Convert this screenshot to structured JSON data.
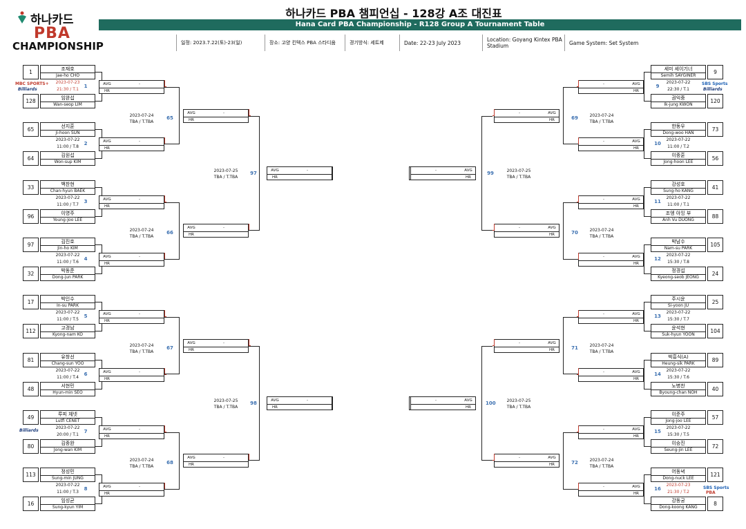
{
  "header": {
    "logo": {
      "line1": "하나카드",
      "line2": "PBA",
      "line3": "CHAMPIONSHIP"
    },
    "title_ko": "하나카드 PBA 챔피언십 - 128강 A조 대진표",
    "title_en": "Hana Card PBA Championship - R128 Group A Tournament Table",
    "info": [
      "일정: 2023.7.22(토)-23(일)",
      "장소: 고양 킨텍스 PBA 스타디움",
      "경기방식: 세트제",
      "Date: 22-23 July 2023",
      "Location: Goyang Kintex PBA Stadium",
      "Game System: Set System"
    ]
  },
  "labels": {
    "avg": "AVG",
    "hr": "HR",
    "dash": "-"
  },
  "left": [
    {
      "match": "1",
      "info1": "2023-07-23",
      "info2": "21:30 / T.1",
      "red": true,
      "a": {
        "seed": "1",
        "ko": "조재호",
        "en": "Jae-ho CHO"
      },
      "b": {
        "seed": "128",
        "ko": "임완섭",
        "en": "Wan-seop LIM"
      }
    },
    {
      "match": "2",
      "info1": "2023-07-22",
      "info2": "11:00 / T.8",
      "red": false,
      "a": {
        "seed": "65",
        "ko": "선지훈",
        "en": "Ji-hoon SUN"
      },
      "b": {
        "seed": "64",
        "ko": "김원섭",
        "en": "Won-sup KIM"
      }
    },
    {
      "match": "3",
      "info1": "2023-07-22",
      "info2": "11:00 / T.7",
      "red": false,
      "a": {
        "seed": "33",
        "ko": "백찬현",
        "en": "Chan-hyun BAEK"
      },
      "b": {
        "seed": "96",
        "ko": "이영주",
        "en": "Young-Joo LEE"
      }
    },
    {
      "match": "4",
      "info1": "2023-07-22",
      "info2": "11:00 / T.6",
      "red": false,
      "a": {
        "seed": "97",
        "ko": "김진호",
        "en": "Jin-ho KIM"
      },
      "b": {
        "seed": "32",
        "ko": "박동준",
        "en": "Dong-jun PARK"
      }
    },
    {
      "match": "5",
      "info1": "2023-07-22",
      "info2": "11:00 / T.5",
      "red": false,
      "a": {
        "seed": "17",
        "ko": "박인수",
        "en": "In-su PARK"
      },
      "b": {
        "seed": "112",
        "ko": "고경남",
        "en": "Kyong-nam KO"
      }
    },
    {
      "match": "6",
      "info1": "2023-07-22",
      "info2": "11:00 / T.4",
      "red": false,
      "a": {
        "seed": "81",
        "ko": "유창선",
        "en": "Chang-sun YOO"
      },
      "b": {
        "seed": "48",
        "ko": "서현민",
        "en": "Hyun-min SEO"
      }
    },
    {
      "match": "7",
      "info1": "2023-07-22",
      "info2": "20:00 / T.1",
      "red": false,
      "a": {
        "seed": "49",
        "ko": "루피 체넷",
        "en": "Lutfi CENET"
      },
      "b": {
        "seed": "80",
        "ko": "김종완",
        "en": "Jong-wan KIM"
      }
    },
    {
      "match": "8",
      "info1": "2023-07-22",
      "info2": "11:00 / T.3",
      "red": false,
      "a": {
        "seed": "113",
        "ko": "정성민",
        "en": "Sung-min JUNG"
      },
      "b": {
        "seed": "16",
        "ko": "임성균",
        "en": "Sung-kyun YIM"
      }
    }
  ],
  "right": [
    {
      "match": "9",
      "info1": "2023-07-22",
      "info2": "22:30 / T.1",
      "red": false,
      "a": {
        "seed": "9",
        "ko": "세미 세이기너",
        "en": "Semih SAYGINER"
      },
      "b": {
        "seed": "120",
        "ko": "권익중",
        "en": "Ik-jung KWON"
      }
    },
    {
      "match": "10",
      "info1": "2023-07-22",
      "info2": "11:00 / T.2",
      "red": false,
      "a": {
        "seed": "73",
        "ko": "한동우",
        "en": "Dong-woo HAN"
      },
      "b": {
        "seed": "56",
        "ko": "이종훈",
        "en": "Jong-hoon LEE"
      }
    },
    {
      "match": "11",
      "info1": "2023-07-22",
      "info2": "11:00 / T.1",
      "red": false,
      "a": {
        "seed": "41",
        "ko": "강성호",
        "en": "Sung-ho KANG"
      },
      "b": {
        "seed": "88",
        "ko": "조엥 아잉 부",
        "en": "Anh Vu DUONG"
      }
    },
    {
      "match": "12",
      "info1": "2023-07-22",
      "info2": "15:30 / T.8",
      "red": false,
      "a": {
        "seed": "105",
        "ko": "박남수",
        "en": "Nam-su PARK"
      },
      "b": {
        "seed": "24",
        "ko": "정경섭",
        "en": "Kyeong-seob JEONG"
      }
    },
    {
      "match": "13",
      "info1": "2023-07-22",
      "info2": "15:30 / T.7",
      "red": false,
      "a": {
        "seed": "25",
        "ko": "주시윤",
        "en": "Si-yoon JU"
      },
      "b": {
        "seed": "104",
        "ko": "윤석현",
        "en": "Suk-hyun YOON"
      }
    },
    {
      "match": "14",
      "info1": "2023-07-22",
      "info2": "15:30 / T.6",
      "red": false,
      "a": {
        "seed": "89",
        "ko": "박흥식(A)",
        "en": "Heung-sik PARK"
      },
      "b": {
        "seed": "40",
        "ko": "노병찬",
        "en": "Byoung-chan NOH"
      }
    },
    {
      "match": "15",
      "info1": "2023-07-22",
      "info2": "15:30 / T.5",
      "red": false,
      "a": {
        "seed": "57",
        "ko": "이준주",
        "en": "Jong-joo LEE"
      },
      "b": {
        "seed": "72",
        "ko": "이승진",
        "en": "Seung-jin LEE"
      }
    },
    {
      "match": "16",
      "info1": "2023-07-23",
      "info2": "21:30 / T.2",
      "red": true,
      "a": {
        "seed": "121",
        "ko": "어동녁",
        "en": "Dong-nuck LEE"
      },
      "b": {
        "seed": "8",
        "ko": "강동궁",
        "en": "Dong-koong KANG"
      }
    }
  ],
  "r2_left": [
    {
      "match": "65",
      "info1": "2023-07-24",
      "info2": "TBA / T.TBA"
    },
    {
      "match": "66",
      "info1": "2023-07-24",
      "info2": "TBA / T.TBA"
    },
    {
      "match": "67",
      "info1": "2023-07-24",
      "info2": "TBA / T.TBA"
    },
    {
      "match": "68",
      "info1": "2023-07-24",
      "info2": "TBA / T.TBA"
    }
  ],
  "r2_right": [
    {
      "match": "69",
      "info1": "2023-07-24",
      "info2": "TBA / T.TBA"
    },
    {
      "match": "70",
      "info1": "2023-07-24",
      "info2": "TBA / T.TBA"
    },
    {
      "match": "71",
      "info1": "2023-07-24",
      "info2": "TBA / T.TBA"
    },
    {
      "match": "72",
      "info1": "2023-07-24",
      "info2": "TBA / T.TBA"
    }
  ],
  "r3_left": [
    {
      "match": "97",
      "info1": "2023-07-25",
      "info2": "TBA / T.TBA"
    },
    {
      "match": "98",
      "info1": "2023-07-25",
      "info2": "TBA / T.TBA"
    }
  ],
  "r3_right": [
    {
      "match": "99",
      "info1": "2023-07-25",
      "info2": "TBA / T.TBA"
    },
    {
      "match": "100",
      "info1": "2023-07-25",
      "info2": "TBA / T.TBA"
    }
  ],
  "broadcasters": {
    "mbc": "MBC SPORTS+",
    "billiards": "Billiards",
    "sbs": "SBS Sports",
    "pba": "PBA"
  }
}
